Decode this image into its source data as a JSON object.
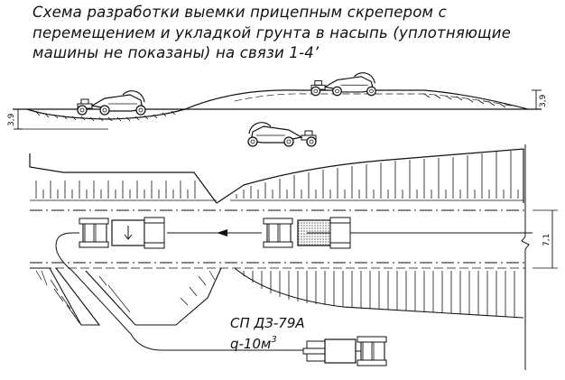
{
  "title_lines": [
    "Схема разработки выемки прицепным скрепером с",
    "перемещением и укладкой грунта в насыпь (уплотняющие",
    "машины не показаны) на связи 1-4’"
  ],
  "dimensions": {
    "left_depth": "3,9",
    "right_height": "3,9",
    "width": "7,1"
  },
  "machine": {
    "model": "СП ДЗ-79А",
    "capacity": "q-10м",
    "capacity_sup": "3"
  },
  "icons": [
    "tractor-scraper-icon",
    "direction-arrow-icon",
    "loaded-bucket-icon"
  ]
}
